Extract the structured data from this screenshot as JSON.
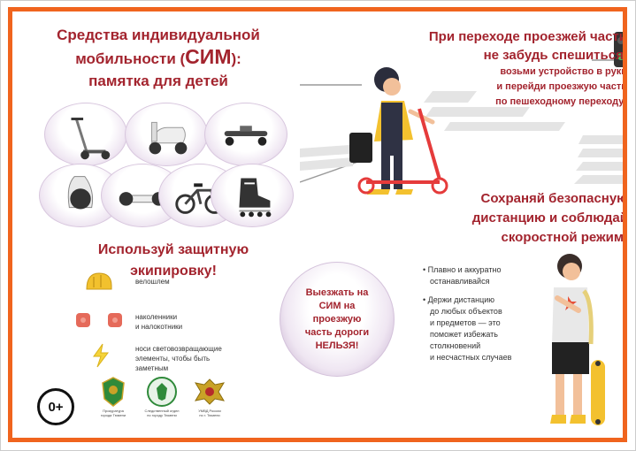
{
  "title": {
    "line1": "Средства индивидуальной",
    "line2_prefix": "мобильности (",
    "line2_big": "СИМ",
    "line2_suffix": "):",
    "line3": "памятка для детей"
  },
  "devices": [
    {
      "icon": "kick-scooter-icon"
    },
    {
      "icon": "moped-icon"
    },
    {
      "icon": "electric-skateboard-icon"
    },
    {
      "icon": "monowheel-icon"
    },
    {
      "icon": "segway-icon"
    },
    {
      "icon": "electric-bike-icon"
    },
    {
      "icon": "roller-skate-icon"
    }
  ],
  "protection": {
    "heading_line1": "Используй защитную",
    "heading_line2": "экипировку!",
    "items": [
      {
        "icon": "helmet-icon",
        "lines": [
          "велошлем"
        ]
      },
      {
        "icon": "knee-pads-icon",
        "lines": [
          "наколенники",
          "и налокотники"
        ]
      },
      {
        "icon": "reflector-icon",
        "lines": [
          "носи световозвращающие",
          "элементы, чтобы быть",
          "заметным"
        ]
      }
    ]
  },
  "crests": [
    {
      "icon": "prosecutor-crest-icon",
      "caption_lines": [
        "Прокуратура",
        "города Тюмени"
      ]
    },
    {
      "icon": "investigative-committee-crest-icon",
      "caption_lines": [
        "Следственный отдел",
        "по городу Тюмени"
      ]
    },
    {
      "icon": "police-crest-icon",
      "caption_lines": [
        "УМВД России",
        "по г. Тюмени"
      ]
    }
  ],
  "age_rating": "0+",
  "crossing": {
    "line1": "При переходе проезжей части",
    "line2": "не забудь спешиться,",
    "line3": "возьми устройство в руки",
    "line4": "и перейди проезжую часть",
    "line5": "по пешеходному переходу!"
  },
  "distance": {
    "line1": "Сохраняй безопасную",
    "line2": "дистанцию и соблюдай",
    "line3": "скоростной режим!"
  },
  "no_road": {
    "lines": [
      "Выезжать на",
      "СИМ на",
      "проезжую",
      "часть дороги",
      "НЕЛЬЗЯ!"
    ]
  },
  "tips": [
    {
      "lines": [
        "• Плавно и аккуратно",
        "останавливайся"
      ]
    },
    {
      "lines": [
        "• Держи дистанцию",
        "до любых объектов",
        "и предметов — это",
        "поможет избежать",
        "столкновений",
        "и несчастных случаев"
      ]
    }
  ],
  "colors": {
    "border": "#f0641e",
    "heading": "#a3242e",
    "accent_yellow": "#f2c12e"
  }
}
